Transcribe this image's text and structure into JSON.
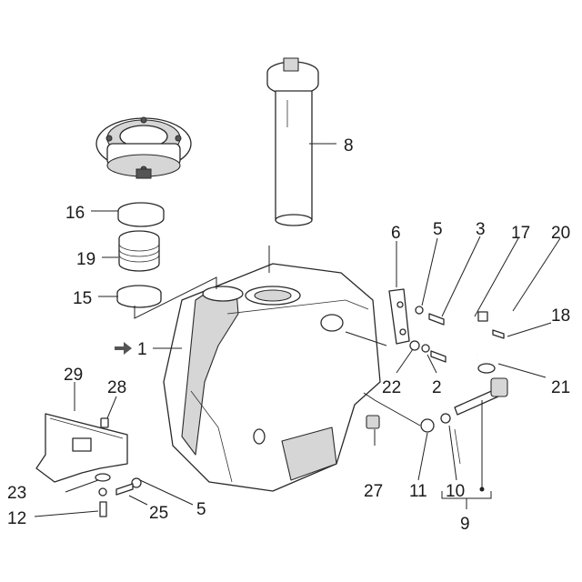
{
  "callouts": {
    "p1": "1",
    "p2": "2",
    "p3": "3",
    "p5a": "5",
    "p5b": "5",
    "p6": "6",
    "p8": "8",
    "p9": "9",
    "p10": "10",
    "p11": "11",
    "p12": "12",
    "p15": "15",
    "p16": "16",
    "p17": "17",
    "p18": "18",
    "p19": "19",
    "p20": "20",
    "p21": "21",
    "p22": "22",
    "p23": "23",
    "p25": "25",
    "p27": "27",
    "p28": "28",
    "p29": "29"
  },
  "colors": {
    "line": "#2a2a2a",
    "shade": "#d6d6d6",
    "arrow": "#555555"
  },
  "icons": {
    "tank_marker": "right-arrow-icon"
  }
}
